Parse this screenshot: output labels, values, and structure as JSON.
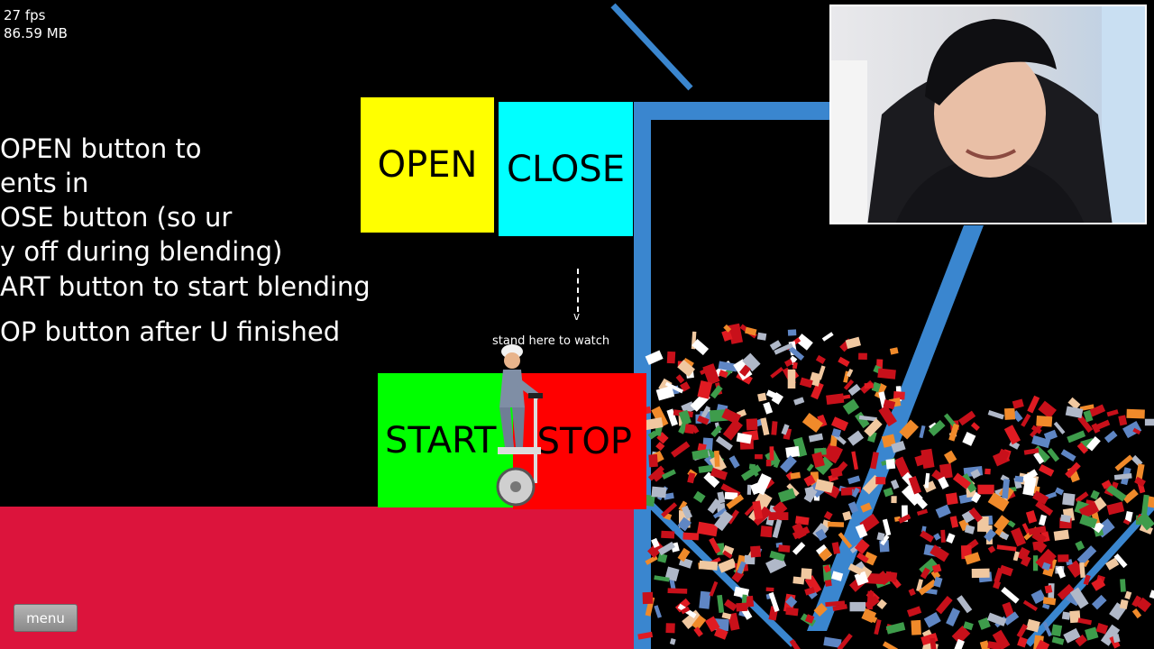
{
  "hud": {
    "fps": "27 fps",
    "memory": "86.59 MB"
  },
  "instructions": {
    "line1": "OPEN button to",
    "line2": "ents in",
    "line3": "OSE button (so ur",
    "line4": "y off during blending)",
    "line5": "ART button to start blending",
    "line6": "OP button after U finished"
  },
  "buttons": {
    "open": "OPEN",
    "close": "CLOSE",
    "start": "START",
    "stop": "STOP"
  },
  "hint": {
    "stand_here": "stand here to watch",
    "arrow_head": "v"
  },
  "menu": {
    "label": "menu"
  },
  "colors": {
    "background": "#000000",
    "open_button": "#ffff00",
    "close_button": "#00ffff",
    "start_button": "#00ff00",
    "stop_button": "#ff0000",
    "floor": "#dc143c",
    "blender_wall": "#3a86cf",
    "gore": "#c8101a"
  },
  "icons": {
    "character": "segway-rider-icon",
    "webcam": "webcam-overlay"
  }
}
